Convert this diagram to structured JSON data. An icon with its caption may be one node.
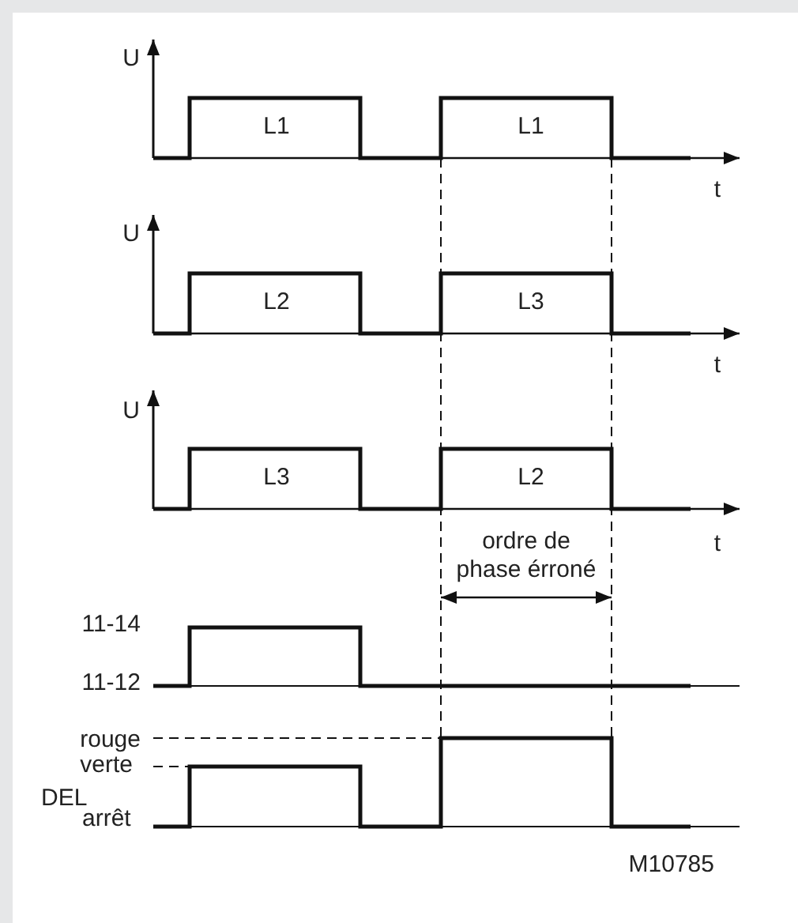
{
  "diagram": {
    "labels": [
      "U",
      "L1",
      "L1",
      "t",
      "U",
      "L2",
      "L3",
      "t",
      "U",
      "L3",
      "L2",
      "t",
      "ordre de phase érroné",
      "11-14",
      "11-12",
      "rouge",
      "verte",
      "DEL",
      "arrêt",
      "M10785"
    ]
  }
}
